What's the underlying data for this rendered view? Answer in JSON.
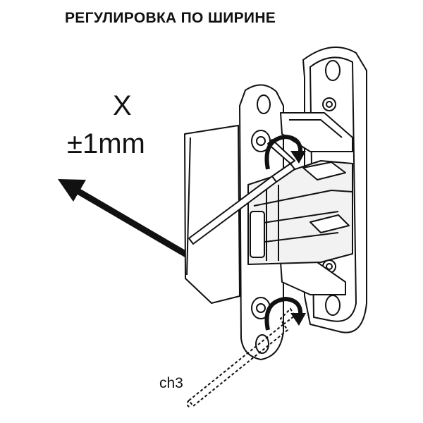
{
  "title": "РЕГУЛИРОВКА ПО ШИРИНЕ",
  "axis": {
    "label": "X",
    "range": "±1mm"
  },
  "tools": {
    "top_label": "ch3",
    "bottom_label": "ch3"
  },
  "colors": {
    "line": "#111111",
    "fill": "#ffffff",
    "shade": "#d9d9d9"
  },
  "icons": [
    "hinge-illustration",
    "double-arrow-icon",
    "hex-key-icon",
    "rotation-arrow-icon"
  ]
}
